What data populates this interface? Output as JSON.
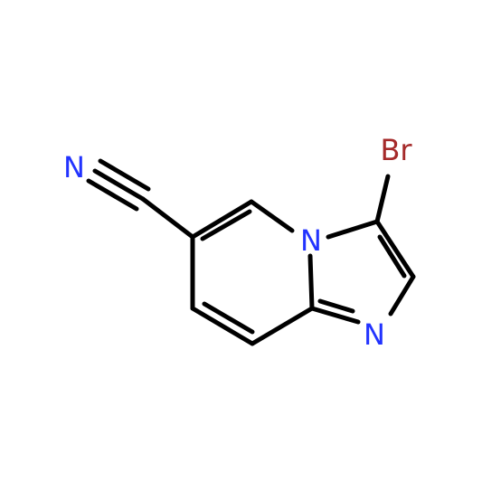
{
  "atoms": {
    "n_nitrile": "N",
    "n_bridgehead": "N",
    "n_imidazole": "N",
    "br": "Br"
  },
  "colors": {
    "bond": "#000000",
    "nitrogen": "#2233ff",
    "bromine": "#a52a2a",
    "background": "#ffffff"
  }
}
